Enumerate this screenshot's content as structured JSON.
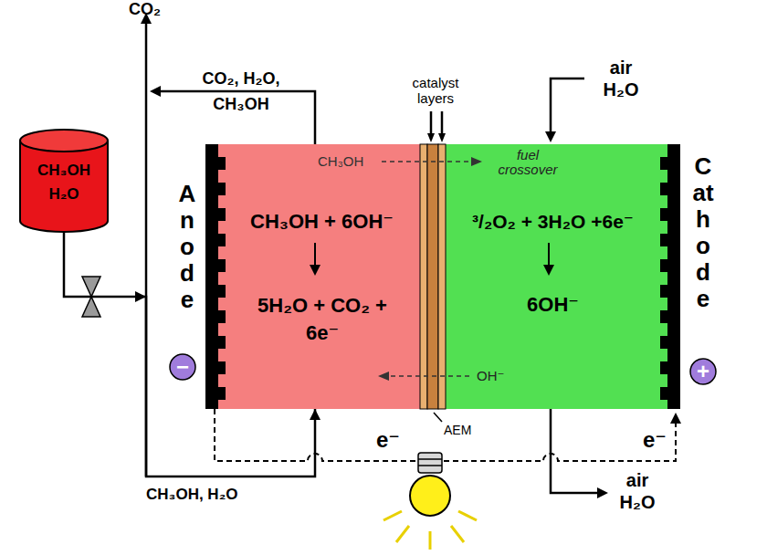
{
  "diagram": {
    "nodes": [
      {
        "text": [
          "CH₃OH H₂O"
        ]
      },
      {
        "text": [
          "Anode",
          "CH₃OH + 6OH⁻",
          "5H₂O + CO₂ + 6e⁻"
        ]
      },
      {
        "text": [
          "Cathode",
          "³/₂O₂ + 3H₂O +6e⁻",
          "6OH⁻"
        ]
      }
    ],
    "edges": [
      {
        "from": 0,
        "to": 1,
        "arrow": "to",
        "label": "CH₃OH, H₂O"
      }
    ],
    "labels": [
      "CO₂",
      "CO₂, H₂O, CH₃OH",
      "catalyst layers",
      "air H₂O",
      "CH₃OH",
      "fuel crossover",
      "OH⁻",
      "AEM",
      "e⁻",
      "e⁻",
      "air H₂O",
      "−",
      "+"
    ]
  }
}
